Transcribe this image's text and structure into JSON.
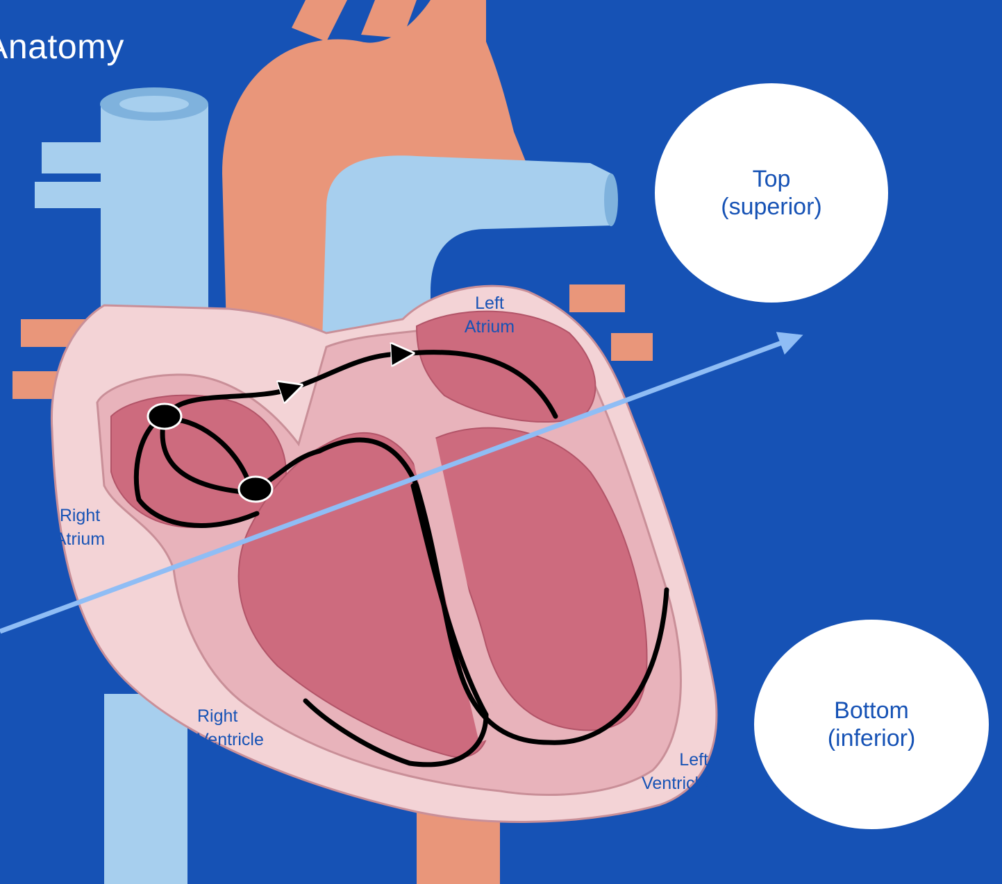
{
  "slide": {
    "title": "Anatomy",
    "background_color": "#1652b5"
  },
  "diagram": {
    "labels": {
      "left_atrium": [
        "Left",
        "Atrium"
      ],
      "right_atrium": [
        "Right",
        "Atrium"
      ],
      "right_ventricle": [
        "Right",
        "Ventricle"
      ],
      "left_ventricle": [
        "Left",
        "Ventricle"
      ]
    },
    "label_color": "#1652b5"
  },
  "orientation": {
    "top": [
      "Top",
      "(superior)"
    ],
    "bottom": [
      "Bottom",
      "(inferior)"
    ],
    "axis_arrow_color": "#8fbdf5",
    "text_color": "#1652b5"
  },
  "colors": {
    "vein_blue": "#a7cfee",
    "artery_orange": "#e9967a",
    "myocardium_outer": "#f3d3d6",
    "myocardium_inner": "#e8b3bb",
    "chamber_wall": "#cd6b7e",
    "pathway": "#000000"
  }
}
